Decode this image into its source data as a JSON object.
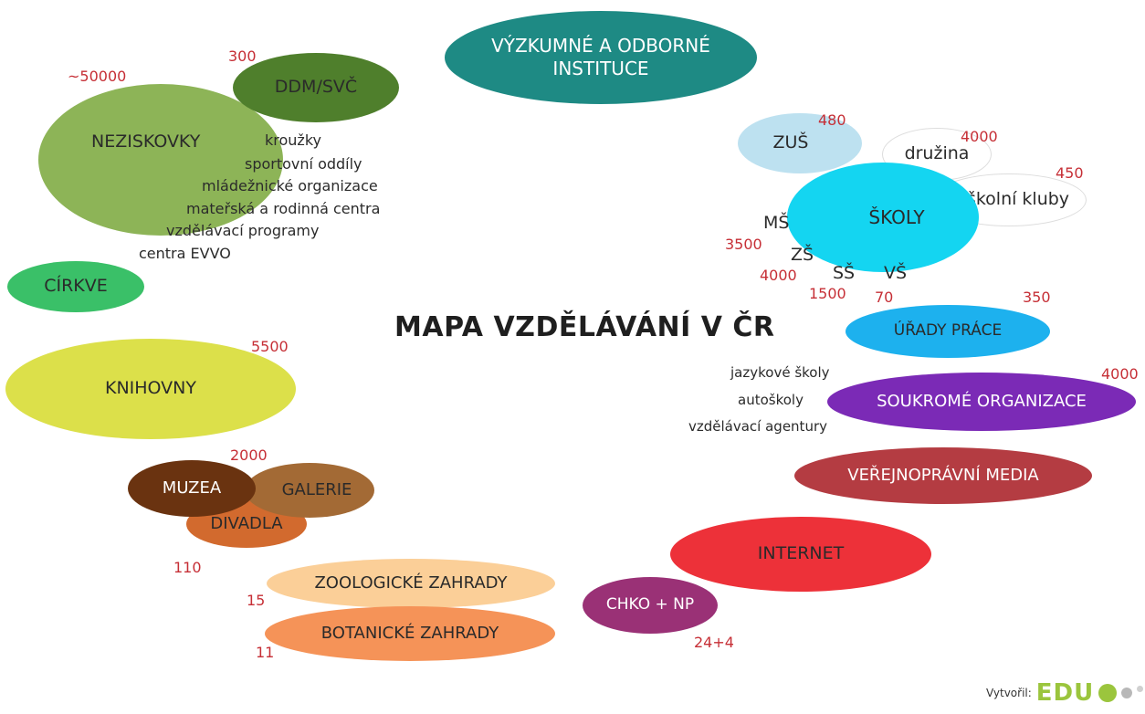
{
  "title": "MAPA VZDĚLÁVÁNÍ V ČR",
  "nodes": {
    "vyzkumne": "VÝZKUMNÉ A ODBORNÉ INSTITUCE",
    "ddm": "DDM/SVČ",
    "neziskovky": "NEZISKOVKY",
    "cirkve": "CÍRKVE",
    "knihovny": "KNIHOVNY",
    "muzea": "MUZEA",
    "galerie": "GALERIE",
    "divadla": "DIVADLA",
    "zoo": "ZOOLOGICKÉ ZAHRADY",
    "botanicke": "BOTANICKÉ ZAHRADY",
    "chko": "CHKO + NP",
    "internet": "INTERNET",
    "media": "VEŘEJNOPRÁVNÍ MEDIA",
    "soukrome": "SOUKROMÉ ORGANIZACE",
    "urady": "ÚŘADY PRÁCE",
    "skoly": "ŠKOLY",
    "zus": "ZUŠ",
    "druzina": "družina",
    "kluby": "školní kluby"
  },
  "neziskovky_items": [
    "kroužky",
    "sportovní oddíly",
    "mládežnické organizace",
    "mateřská a rodinná centra",
    "vzdělávací programy",
    "centra EVVO"
  ],
  "skoly_items": {
    "ms": "MŠ",
    "zs": "ZŠ",
    "ss": "SŠ",
    "vs": "VŠ"
  },
  "soukrome_items": [
    "jazykové školy",
    "autoškoly",
    "vzdělávací agentury"
  ],
  "counts": {
    "neziskovky": "~50000",
    "ddm": "300",
    "zus": "480",
    "druzina": "4000",
    "kluby": "450",
    "ms": "3500",
    "zs": "4000",
    "ss": "1500",
    "vs": "70",
    "urady": "350",
    "soukrome": "4000",
    "knihovny": "5500",
    "muzea_galerie": "2000",
    "divadla": "110",
    "zoo": "15",
    "botanicke": "11",
    "chko": "24+4"
  },
  "logo": {
    "label": "Vytvořil:",
    "word": "EDU"
  },
  "colors": {
    "neziskovky": "#8db457",
    "ddm": "#4f7f2c",
    "cirkve": "#3ac068",
    "knihovny": "#dce04a",
    "muzea": "#6a3310",
    "galerie": "#a36a35",
    "divadla": "#d26a2e",
    "zoo": "#fbcf98",
    "botanicke": "#f59358",
    "chko": "#9a3176",
    "internet": "#ed3139",
    "media": "#b43c42",
    "soukrome": "#7b2ab6",
    "urady": "#1db1ee",
    "skoly": "#14d5f1",
    "zus": "#bde1f0",
    "vyzkumne": "#1e8a84",
    "count_red": "#c62f36",
    "logo_green": "#9bc53d"
  }
}
